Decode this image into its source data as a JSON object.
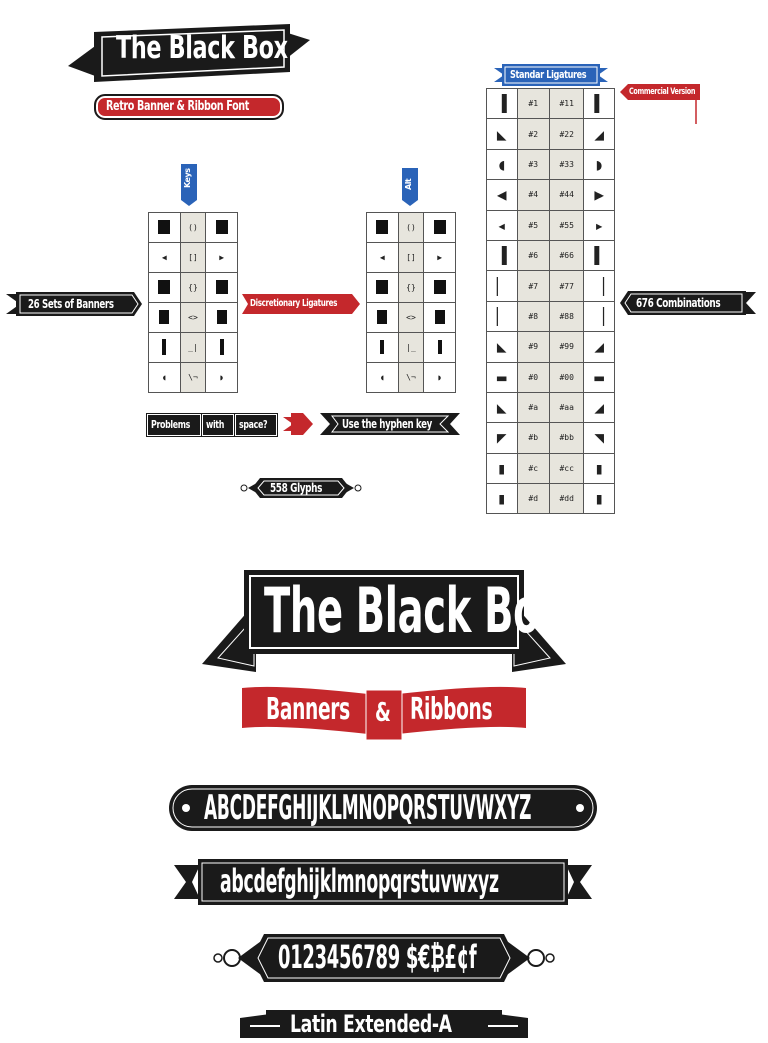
{
  "top_logo": {
    "title": "The Black Box",
    "subtitle": "Retro Banner & Ribbon Font"
  },
  "keys_marker": "Keys",
  "alt_marker": "Alt",
  "left_grid_codes": [
    "()",
    "[]",
    "{}",
    "<>",
    "_|",
    "\\¬"
  ],
  "right_grid_codes": [
    "()",
    "[]",
    "{}",
    "<>",
    "|_",
    "\\¬"
  ],
  "sets_of_banners": "26 Sets of Banners",
  "discretionary_ligatures": "Discretionary Ligatures",
  "problems": {
    "w1": "Problems",
    "w2": "with",
    "w3": "space?"
  },
  "hyphen_note": "Use the hyphen key",
  "glyph_count": "558 Glyphs",
  "ligatures": {
    "title": "Standar Ligatures",
    "commercial": "Commercial Version",
    "combinations": "676 Combinations",
    "rows": [
      [
        "#1",
        "#11"
      ],
      [
        "#2",
        "#22"
      ],
      [
        "#3",
        "#33"
      ],
      [
        "#4",
        "#44"
      ],
      [
        "#5",
        "#55"
      ],
      [
        "#6",
        "#66"
      ],
      [
        "#7",
        "#77"
      ],
      [
        "#8",
        "#88"
      ],
      [
        "#9",
        "#99"
      ],
      [
        "#0",
        "#00"
      ],
      [
        "#a",
        "#aa"
      ],
      [
        "#b",
        "#bb"
      ],
      [
        "#c",
        "#cc"
      ],
      [
        "#d",
        "#dd"
      ]
    ]
  },
  "main_logo": {
    "title": "The Black Box",
    "w1": "Banners",
    "amp": "&",
    "w2": "Ribbons"
  },
  "uppercase": "ABCDEFGHIJKLMNOPQRSTUVWXYZ",
  "lowercase": "abcdefghijklmnopqrstuvwxyz",
  "numerals": "0123456789 $€₿£¢f",
  "extended": "Latin Extended-A",
  "colors": {
    "black": "#1a1a1a",
    "red": "#c4282c",
    "blue": "#2a63b8",
    "cell": "#e7e5dd"
  }
}
